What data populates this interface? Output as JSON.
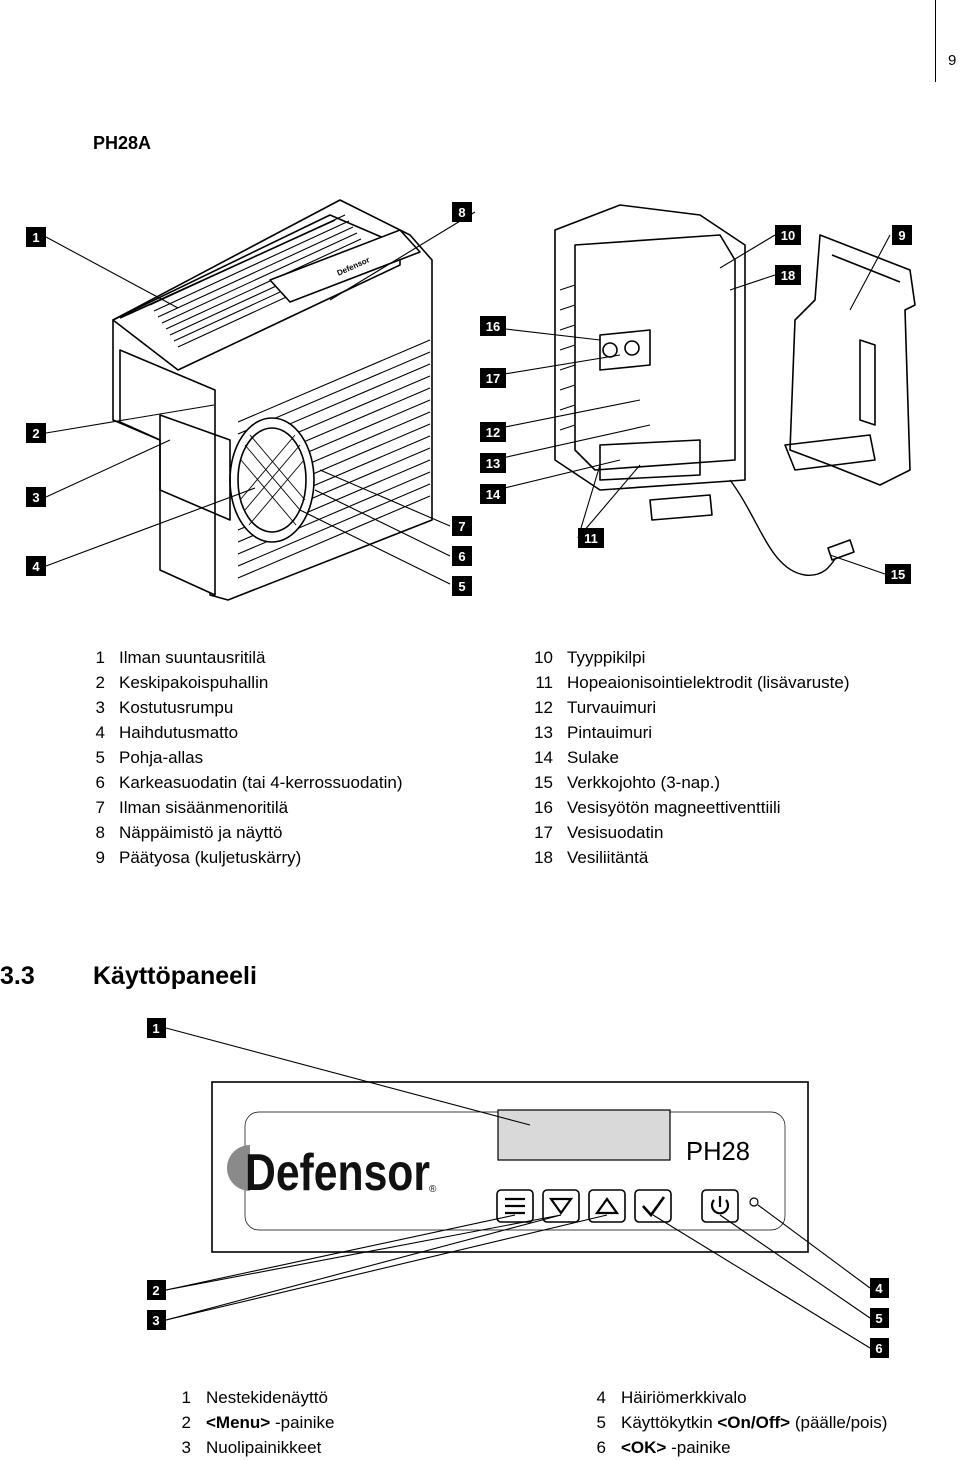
{
  "page_number": "9",
  "model_heading": "PH28A",
  "diagram_callouts": [
    "1",
    "2",
    "3",
    "4",
    "5",
    "6",
    "7",
    "8",
    "9",
    "10",
    "11",
    "12",
    "13",
    "14",
    "15",
    "16",
    "17",
    "18"
  ],
  "unit_brand_label": "Defensor",
  "legend_left": [
    {
      "num": "1",
      "text": "Ilman suuntausritilä"
    },
    {
      "num": "2",
      "text": "Keskipakoispuhallin"
    },
    {
      "num": "3",
      "text": "Kostutusrumpu"
    },
    {
      "num": "4",
      "text": "Haihdutusmatto"
    },
    {
      "num": "5",
      "text": "Pohja-allas"
    },
    {
      "num": "6",
      "text": "Karkeasuodatin (tai 4-kerrossuodatin)"
    },
    {
      "num": "7",
      "text": "Ilman sisäänmenoritilä"
    },
    {
      "num": "8",
      "text": "Näppäimistö ja näyttö"
    },
    {
      "num": "9",
      "text": "Päätyosa (kuljetuskärry)"
    }
  ],
  "legend_right": [
    {
      "num": "10",
      "text": "Tyyppikilpi"
    },
    {
      "num": "11",
      "text": "Hopeaionisointielektrodit (lisävaruste)"
    },
    {
      "num": "12",
      "text": "Turvauimuri"
    },
    {
      "num": "13",
      "text": "Pintauimuri"
    },
    {
      "num": "14",
      "text": "Sulake"
    },
    {
      "num": "15",
      "text": "Verkkojohto (3-nap.)"
    },
    {
      "num": "16",
      "text": "Vesisyötön magneettiventtiili"
    },
    {
      "num": "17",
      "text": "Vesisuodatin"
    },
    {
      "num": "18",
      "text": "Vesiliitäntä"
    }
  ],
  "section": {
    "number": "3.3",
    "title": "Käyttöpaneeli"
  },
  "panel": {
    "brand": "Defensor",
    "registered": "®",
    "model": "PH28",
    "callouts": [
      "1",
      "2",
      "3",
      "4",
      "5",
      "6"
    ],
    "button_icons": [
      "menu-icon",
      "arrow-down-icon",
      "arrow-up-icon",
      "check-icon",
      "power-icon"
    ]
  },
  "panel_legend_left": [
    {
      "num": "1",
      "pre": "Nestekidenäyttö",
      "bold": "",
      "post": ""
    },
    {
      "num": "2",
      "pre": "",
      "bold": "<Menu>",
      "post": " -painike"
    },
    {
      "num": "3",
      "pre": "Nuolipainikkeet",
      "bold": "",
      "post": ""
    }
  ],
  "panel_legend_right": [
    {
      "num": "4",
      "pre": "Häiriömerkkivalo",
      "bold": "",
      "post": ""
    },
    {
      "num": "5",
      "pre": "Käyttökytkin ",
      "bold": "<On/Off>",
      "post": " (päälle/pois)"
    },
    {
      "num": "6",
      "pre": "",
      "bold": "<OK>",
      "post": " -painike"
    }
  ]
}
